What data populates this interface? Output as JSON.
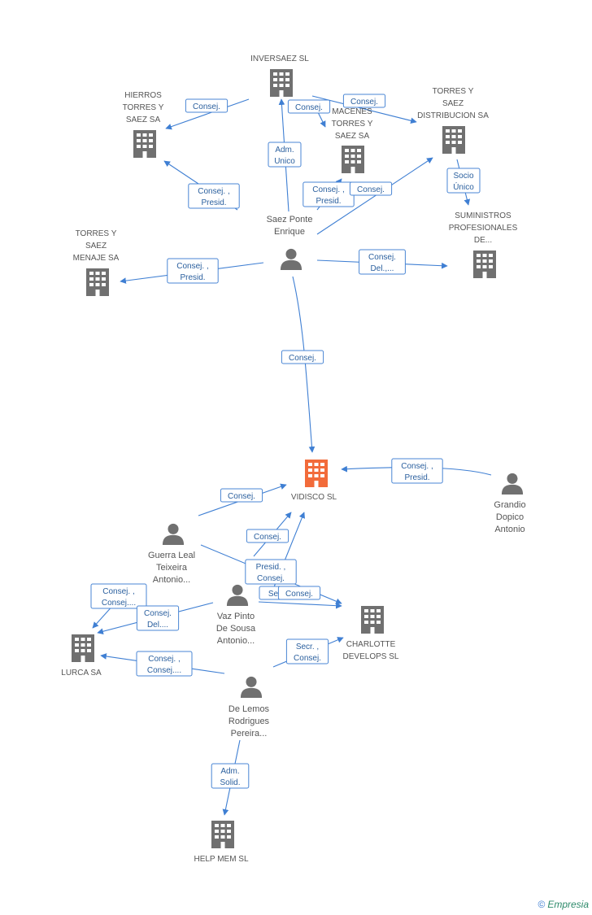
{
  "accent_color": "#3f7fd3",
  "focus_color": "#f26b3a",
  "node_color": "#707070",
  "nodes": [
    {
      "id": "inversaez",
      "type": "company",
      "label": [
        "INVERSAEZ SL"
      ]
    },
    {
      "id": "hierros",
      "type": "company",
      "label": [
        "HIERROS",
        "TORRES Y",
        "SAEZ SA"
      ]
    },
    {
      "id": "almacenes",
      "type": "company",
      "label": [
        "MACENES",
        "TORRES Y",
        "SAEZ SA"
      ]
    },
    {
      "id": "distribucion",
      "type": "company",
      "label": [
        "TORRES Y",
        "SAEZ",
        "DISTRIBUCION SA"
      ]
    },
    {
      "id": "saez",
      "type": "person",
      "label": [
        "Saez Ponte",
        "Enrique"
      ]
    },
    {
      "id": "suministros",
      "type": "company",
      "label": [
        "SUMINISTROS",
        "PROFESIONALES",
        "DE..."
      ]
    },
    {
      "id": "menaje",
      "type": "company",
      "label": [
        "TORRES Y",
        "SAEZ",
        "MENAJE SA"
      ]
    },
    {
      "id": "vidisco",
      "type": "company",
      "focus": true,
      "label": [
        "VIDISCO SL"
      ]
    },
    {
      "id": "grandio",
      "type": "person",
      "label": [
        "Grandio",
        "Dopico",
        "Antonio"
      ]
    },
    {
      "id": "guerra",
      "type": "person",
      "label": [
        "Guerra Leal",
        "Teixeira",
        "Antonio..."
      ]
    },
    {
      "id": "vaz",
      "type": "person",
      "label": [
        "Vaz Pinto",
        "De Sousa",
        "Antonio..."
      ]
    },
    {
      "id": "lurca",
      "type": "company",
      "label": [
        "LURCA SA"
      ]
    },
    {
      "id": "charlotte",
      "type": "company",
      "label": [
        "CHARLOTTE",
        "DEVELOPS SL"
      ]
    },
    {
      "id": "delemos",
      "type": "person",
      "label": [
        "De Lemos",
        "Rodrigues",
        "Pereira..."
      ]
    },
    {
      "id": "helpmem",
      "type": "company",
      "label": [
        "HELP MEM SL"
      ]
    }
  ],
  "edges": [
    {
      "id": "e1",
      "label": [
        "Consej."
      ]
    },
    {
      "id": "e2",
      "label": [
        "Consej."
      ]
    },
    {
      "id": "e3",
      "label": [
        "Consej."
      ]
    },
    {
      "id": "e4",
      "label": [
        "Adm.",
        "Unico"
      ]
    },
    {
      "id": "e5",
      "label": [
        "Socio",
        "Único"
      ]
    },
    {
      "id": "e6",
      "label": [
        "Consej. ,",
        "Presid."
      ]
    },
    {
      "id": "e7",
      "label": [
        "Consej. ,",
        "Presid."
      ]
    },
    {
      "id": "e8",
      "label": [
        "Consej."
      ]
    },
    {
      "id": "e9",
      "label": [
        "Consej. ,",
        "Presid."
      ]
    },
    {
      "id": "e10",
      "label": [
        "Consej.",
        "Del.,..."
      ]
    },
    {
      "id": "e11",
      "label": [
        "Consej."
      ]
    },
    {
      "id": "e12",
      "label": [
        "Consej. ,",
        "Presid."
      ]
    },
    {
      "id": "e13",
      "label": [
        "Consej."
      ]
    },
    {
      "id": "e14",
      "label": [
        "Consej."
      ]
    },
    {
      "id": "e15",
      "label": [
        "Presid. ,",
        "Consej."
      ]
    },
    {
      "id": "e16",
      "label": [
        "Se"
      ]
    },
    {
      "id": "e17",
      "label": [
        "Consej."
      ]
    },
    {
      "id": "e18",
      "label": [
        "Consej. ,",
        "Consej...."
      ]
    },
    {
      "id": "e19",
      "label": [
        "Consej.",
        "Del...."
      ]
    },
    {
      "id": "e20",
      "label": [
        "Consej. ,",
        "Consej...."
      ]
    },
    {
      "id": "e21",
      "label": [
        "Secr. ,",
        "Consej."
      ]
    },
    {
      "id": "e22",
      "label": [
        "Adm.",
        "Solid."
      ]
    }
  ],
  "footer": {
    "copyright": "©",
    "brand": "Empresia"
  }
}
